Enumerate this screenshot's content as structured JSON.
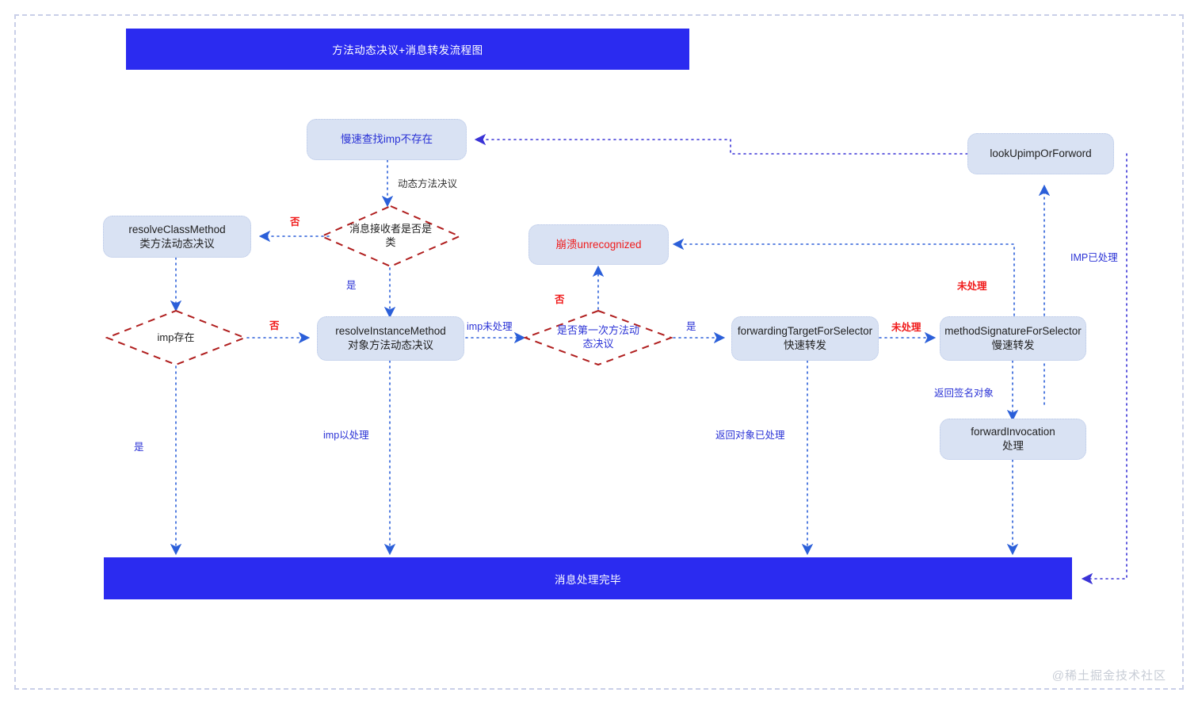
{
  "page": {
    "title": "方法动态决议+消息转发流程图",
    "footer_banner": "消息处理完毕",
    "watermark": "@稀土掘金技术社区",
    "accent_blue": "#2b2bf0",
    "box_fill": "#d9e2f3",
    "decision_stroke": "#b01e1e",
    "edge_color": "#2b5fd9",
    "label_blue": "#2b33d6",
    "label_red": "#f01b1b"
  },
  "nodes": {
    "slow_lookup": "慢速查找imp不存在",
    "resolve_class_method": "resolveClassMethod\n类方法动态决议",
    "resolve_class_method_l1": "resolveClassMethod",
    "resolve_class_method_l2": "类方法动态决议",
    "resolve_instance_method_l1": "resolveInstanceMethod",
    "resolve_instance_method_l2": "对象方法动态决议",
    "crash": "崩溃unrecognized",
    "forwarding_target_l1": "forwardingTargetForSelector",
    "forwarding_target_l2": "快速转发",
    "method_signature_l1": "methodSignatureForSelector",
    "method_signature_l2": "慢速转发",
    "forward_invocation_l1": "forwardInvocation",
    "forward_invocation_l2": "处理",
    "lookup_imp_or_forward": "lookUpimpOrForword"
  },
  "decisions": {
    "receiver_is_class_l1": "消息接收者是否是",
    "receiver_is_class_l2": "类",
    "imp_exists": "imp存在",
    "first_resolve_l1": "是否第一次方法动",
    "first_resolve_l2": "态决议"
  },
  "edge_labels": {
    "dynamic_method_resolve": "动态方法决议",
    "no_1": "否",
    "yes_1": "是",
    "no_2": "否",
    "yes_2": "是",
    "no_3": "否",
    "yes_3": "是",
    "imp_unhandled": "imp未处理",
    "imp_handled": "imp以处理",
    "unhandled_1": "未处理",
    "unhandled_2": "未处理",
    "return_object_handled": "返回对象已处理",
    "return_signature_object": "返回签名对象",
    "imp_done": "IMP已处理"
  }
}
